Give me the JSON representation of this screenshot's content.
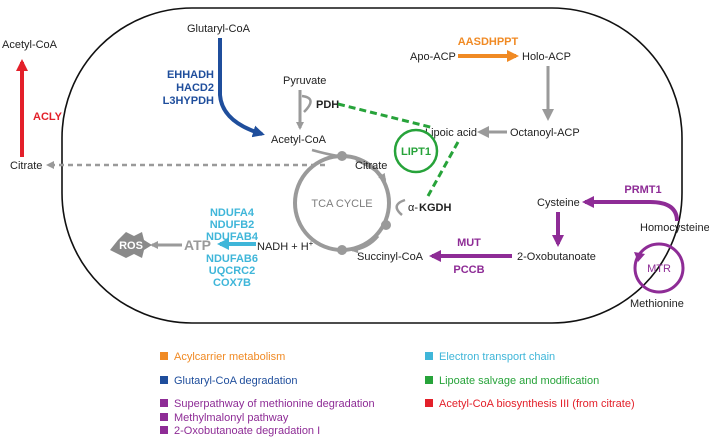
{
  "colors": {
    "grey": "#9a9a9a",
    "orange": "#f08a24",
    "blue": "#1f4e9c",
    "lightblue": "#3fb6d9",
    "green": "#27a33a",
    "purple": "#8e2c96",
    "red": "#e3202a",
    "text": "#222222"
  },
  "nodes": {
    "acetyl_coa_outside": "Acetyl-CoA",
    "citrate_outside": "Citrate",
    "glutaryl_coa": "Glutaryl-CoA",
    "pyruvate": "Pyruvate",
    "acetyl_coa": "Acetyl-CoA",
    "citrate": "Citrate",
    "tca_cycle": "TCA CYCLE",
    "succinyl_coa": "Succinyl-CoA",
    "nadh": "NADH + H",
    "nadh_sup": "+",
    "atp": "ATP",
    "ros": "ROS",
    "apo_acp": "Apo-ACP",
    "holo_acp": "Holo-ACP",
    "octanoyl_acp": "Octanoyl-ACP",
    "lipoic_acid": "Lipoic acid",
    "cysteine": "Cysteine",
    "homocysteine": "Homocysteine",
    "methionine": "Methionine",
    "oxobutanoate": "2-Oxobutanoate"
  },
  "enzymes": {
    "acly": "ACLY",
    "glutaryl": [
      "EHHADH",
      "HACD2",
      "L3HYPDH"
    ],
    "pdh": "PDH",
    "kgdh_prefix": "α-",
    "kgdh": "KGDH",
    "aasdhppt": "AASDHPPT",
    "lipt1": "LIPT1",
    "etc_top": [
      "NDUFA4",
      "NDUFB2",
      "NDUFAB4"
    ],
    "etc_bottom": [
      "NDUFAB6",
      "UQCRC2",
      "COX7B"
    ],
    "mut": "MUT",
    "pccb": "PCCB",
    "prmt1": "PRMT1",
    "mtr": "MTR"
  },
  "legend": [
    {
      "label": "Acylcarrier metabolism",
      "color": "#f08a24"
    },
    {
      "label": "Electron transport chain",
      "color": "#3fb6d9"
    },
    {
      "label": "Glutaryl-CoA degradation",
      "color": "#1f4e9c"
    },
    {
      "label": "Lipoate salvage and modification",
      "color": "#27a33a"
    },
    {
      "label": "Superpathway of methionine degradation",
      "color": "#8e2c96"
    },
    {
      "label": "Acetyl-CoA biosynthesis III (from citrate)",
      "color": "#e3202a"
    },
    {
      "label": "Methylmalonyl pathway",
      "color": "#8e2c96"
    },
    {
      "label": "2-Oxobutanoate degradation I",
      "color": "#8e2c96"
    }
  ]
}
